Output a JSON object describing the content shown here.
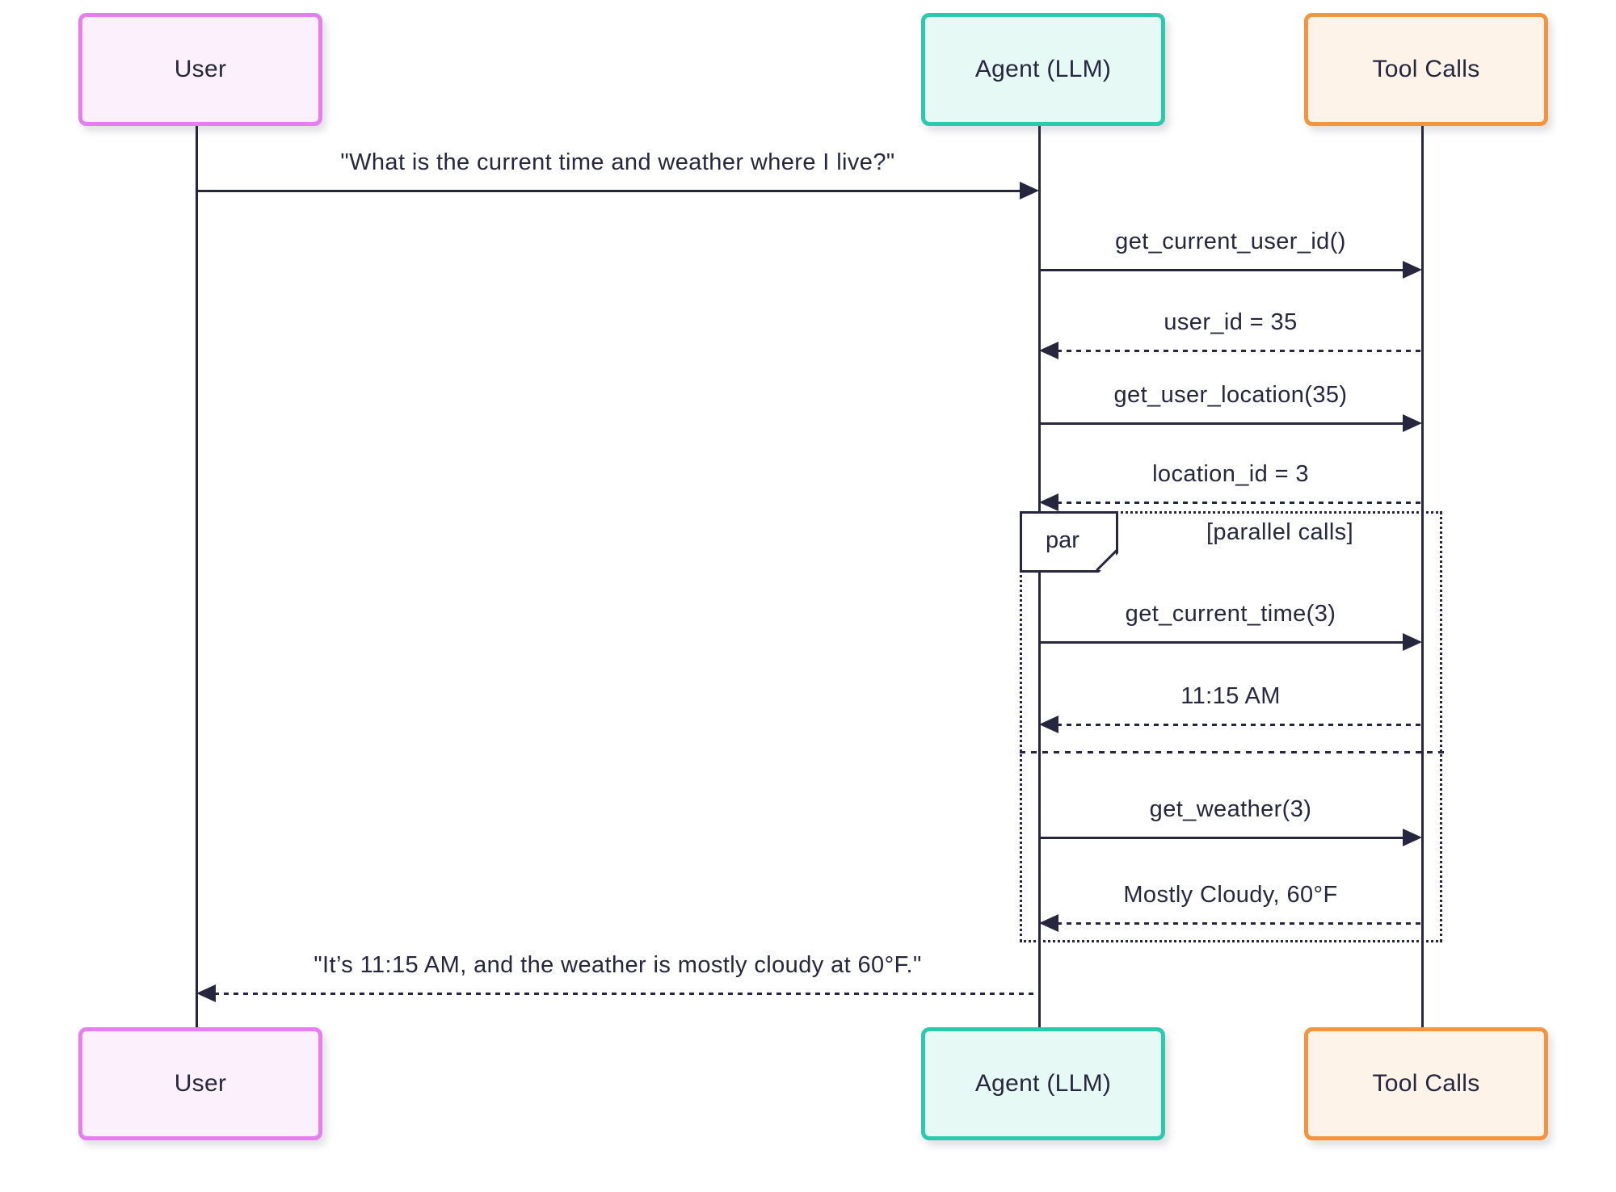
{
  "diagram": {
    "type": "sequence-diagram",
    "actors": [
      {
        "id": "user",
        "label": "User"
      },
      {
        "id": "agent",
        "label": "Agent (LLM)"
      },
      {
        "id": "tool",
        "label": "Tool Calls"
      }
    ],
    "messages": [
      {
        "from": "user",
        "to": "agent",
        "line": "solid",
        "text": "\"What is the current time and weather where I live?\""
      },
      {
        "from": "agent",
        "to": "tool",
        "line": "solid",
        "text": "get_current_user_id()"
      },
      {
        "from": "tool",
        "to": "agent",
        "line": "dotted",
        "text": "user_id = 35"
      },
      {
        "from": "agent",
        "to": "tool",
        "line": "solid",
        "text": "get_user_location(35)"
      },
      {
        "from": "tool",
        "to": "agent",
        "line": "dotted",
        "text": "location_id = 3"
      },
      {
        "from": "agent",
        "to": "tool",
        "line": "solid",
        "text": "get_current_time(3)"
      },
      {
        "from": "tool",
        "to": "agent",
        "line": "dotted",
        "text": "11:15 AM"
      },
      {
        "from": "agent",
        "to": "tool",
        "line": "solid",
        "text": "get_weather(3)"
      },
      {
        "from": "tool",
        "to": "agent",
        "line": "dotted",
        "text": "Mostly Cloudy, 60°F"
      },
      {
        "from": "agent",
        "to": "user",
        "line": "dotted",
        "text": "\"It’s 11:15 AM, and the weather is mostly cloudy at 60°F.\""
      }
    ],
    "par_block": {
      "label": "par",
      "condition": "[parallel calls]"
    },
    "colors": {
      "ink": "#26263e",
      "canvas": "#ffffff",
      "user-fill": "#fdf0fd",
      "user-border": "#e57ef0",
      "agent-fill": "#e7f9f4",
      "agent-border": "#2cc9ae",
      "tool-fill": "#fdf3e8",
      "tool-border": "#f3953f"
    }
  }
}
